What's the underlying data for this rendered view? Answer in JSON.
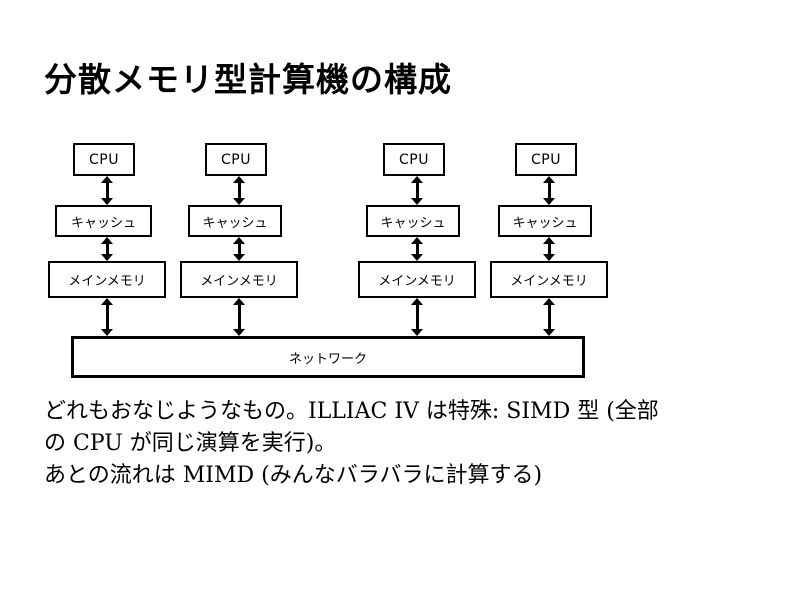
{
  "slide": {
    "title": "分散メモリ型計算機の構成",
    "background_color": "#ffffff",
    "line_color": "#000000",
    "text_color": "#000000"
  },
  "diagram": {
    "type": "block-diagram",
    "description": "distributed memory machine: four CPU/cache/main-memory stacks connected by a shared network",
    "columns": [
      {
        "id": "node-1",
        "cpu": "CPU",
        "cache": "キャッシュ",
        "memory": "メインメモリ"
      },
      {
        "id": "node-2",
        "cpu": "CPU",
        "cache": "キャッシュ",
        "memory": "メインメモリ"
      },
      {
        "id": "node-3",
        "cpu": "CPU",
        "cache": "キャッシュ",
        "memory": "メインメモリ"
      },
      {
        "id": "node-4",
        "cpu": "CPU",
        "cache": "キャッシュ",
        "memory": "メインメモリ"
      }
    ],
    "network": {
      "label": "ネットワーク"
    },
    "connector": "double-headed-vertical-arrow"
  },
  "body": {
    "lines": [
      "どれもおなじようなもの。ILLIAC IV は特殊: SIMD 型 (全部",
      "の CPU が同じ演算を実行)。",
      "あとの流れは MIMD (みんなバラバラに計算する)"
    ]
  }
}
